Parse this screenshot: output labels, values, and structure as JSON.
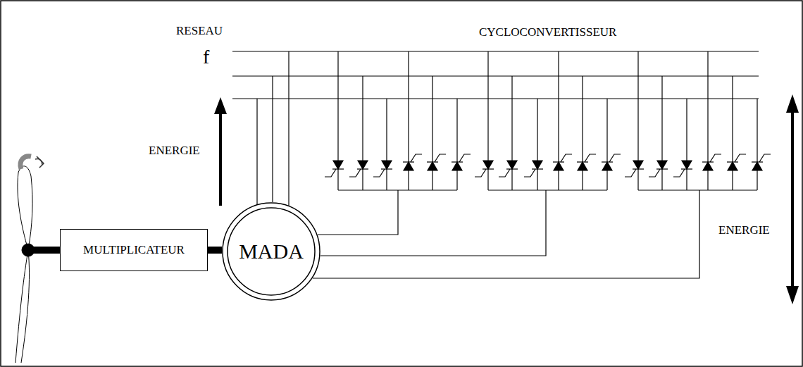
{
  "diagram": {
    "nodes": [
      {
        "text": [
          "MULTIPLICATEUR"
        ]
      },
      {
        "text": [
          "MADA"
        ]
      }
    ],
    "edges": [
      {
        "from": 0,
        "to": 1,
        "arrow": "none"
      }
    ],
    "labels": [
      "RESEAU",
      "f",
      "CYCLOCONVERTISSEUR",
      "ENERGIE",
      "ENERGIE"
    ]
  }
}
